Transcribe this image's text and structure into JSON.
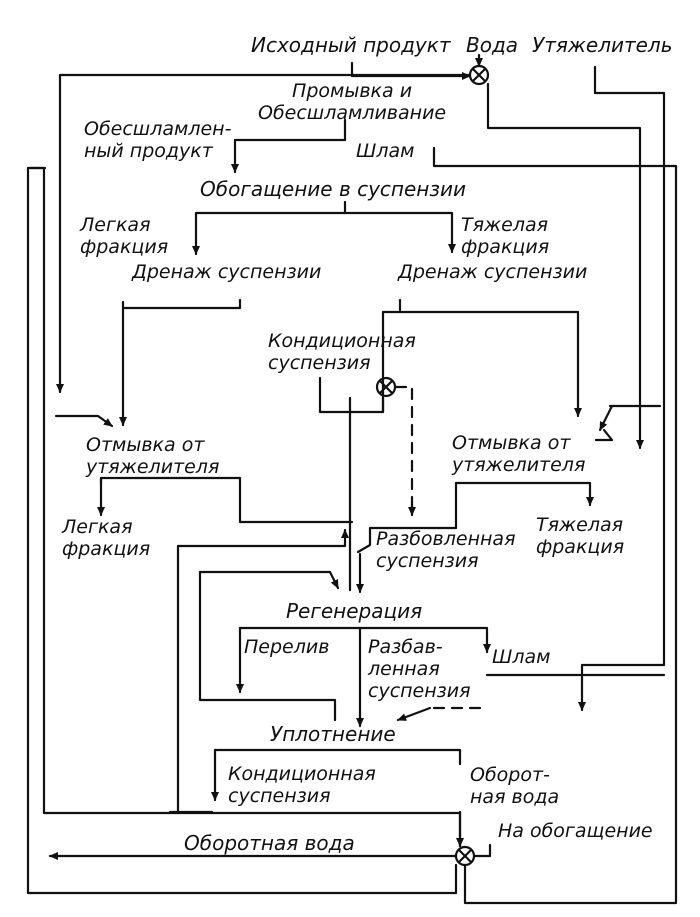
{
  "inputs": {
    "feed": "Исходный продукт",
    "water": "Вода",
    "weighting_agent": "Утяжелитель"
  },
  "washing": "Промывка и\nОбесшламливание",
  "deslimed_product": "Обесшламлен-\nный продукт",
  "slime_top": "Шлам",
  "dms": "Обогащение в суспензии",
  "light_fraction_top": "Легкая\nфракция",
  "heavy_fraction_top": "Тяжелая\nфракция",
  "drain_left": "Дренаж суспензии",
  "drain_right": "Дренаж суспензии",
  "conditioned_susp_top": "Кондиционная\nсуспензия",
  "rinse_left": "Отмывка от\nутяжелителя",
  "rinse_right": "Отмывка от\nутяжелителя",
  "light_fraction_bottom": "Легкая\nфракция",
  "heavy_fraction_bottom": "Тяжелая\nфракция",
  "diluted_susp_1": "Разбовленная\nсуспензия",
  "regeneration": "Регенерация",
  "overflow": "Перелив",
  "diluted_susp_2": "Разбав-\nленная\nсуспензия",
  "slime_bottom": "Шлам",
  "thickening": "Уплотнение",
  "conditioned_susp_bottom": "Кондиционная\nсуспензия",
  "recycle_water_right": "Оборот-\nная вода",
  "to_dms": "На обогащение",
  "recycle_water_bottom": "Оборотная вода"
}
